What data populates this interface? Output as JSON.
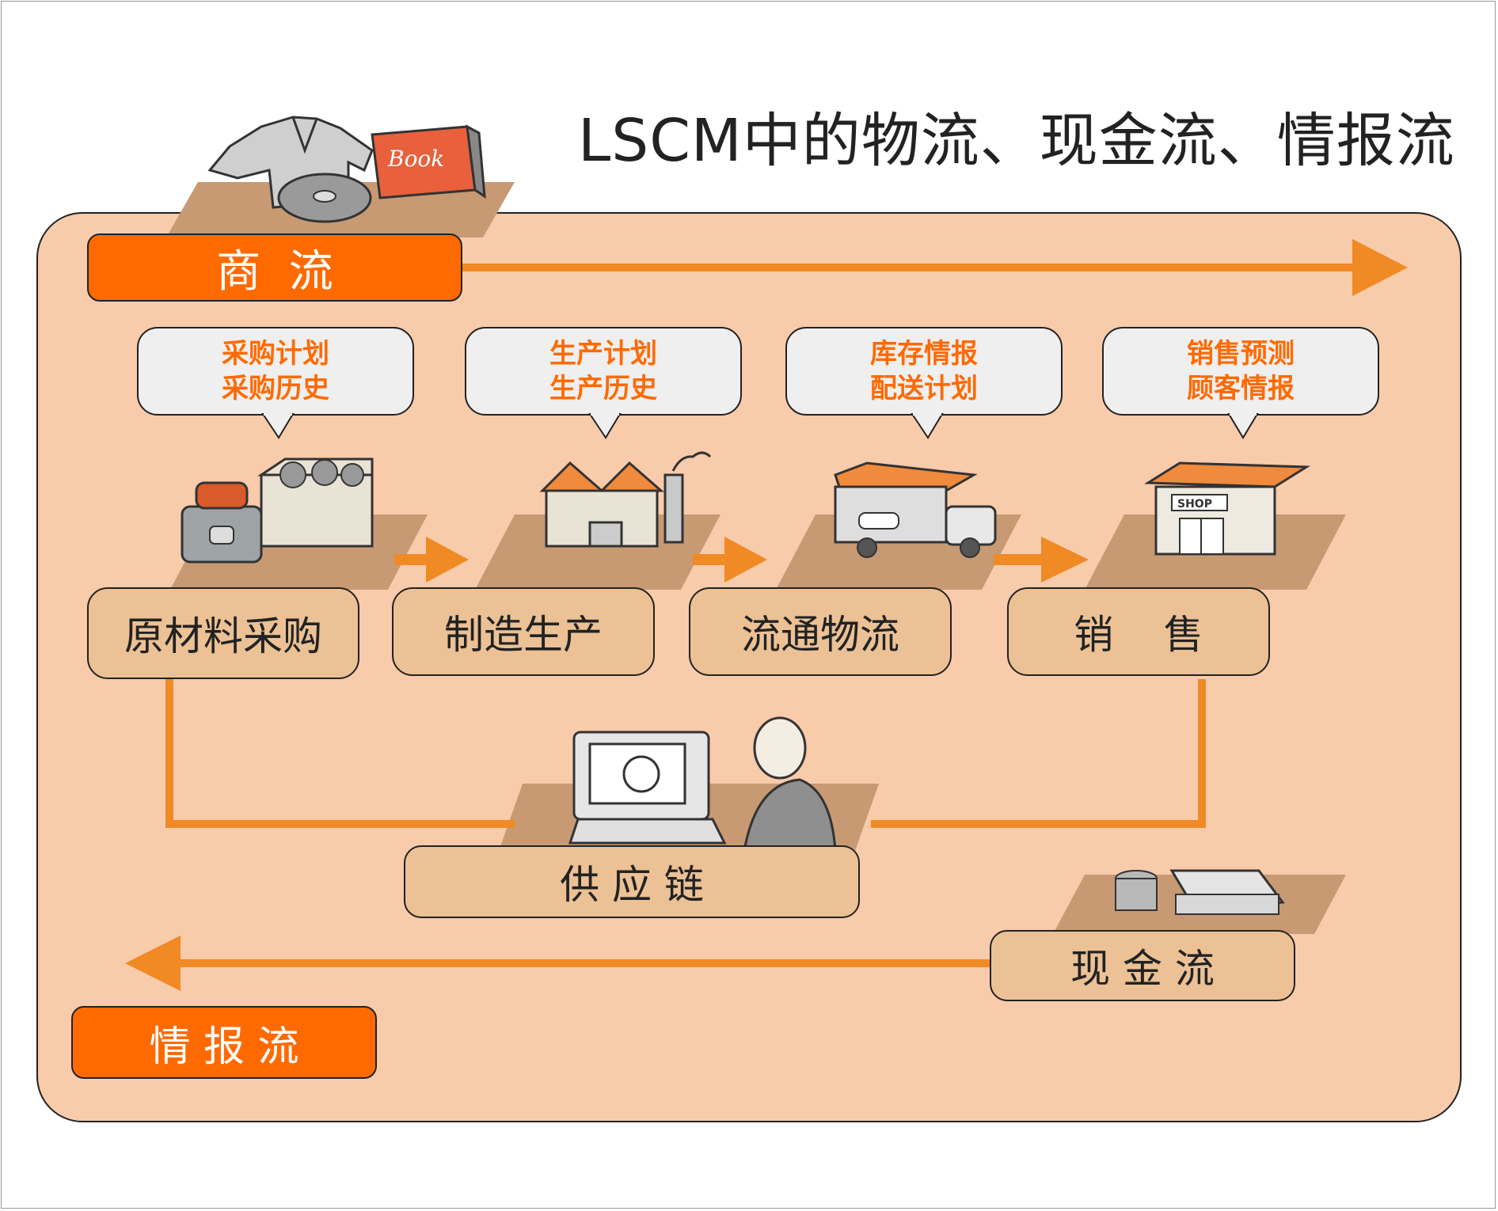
{
  "title": "LSCM中的物流、现金流、情报流",
  "commerce_flow": {
    "label": "商  流"
  },
  "info_flow": {
    "label": "情 报 流"
  },
  "cash_flow": {
    "label": "现 金 流"
  },
  "supply_chain": {
    "label": "供 应 链"
  },
  "book_label": "Book",
  "shop_label": "SHOP",
  "stages": [
    {
      "label": "原材料采购",
      "bubble": [
        "采购计划",
        "采购历史"
      ]
    },
    {
      "label": "制造生产",
      "bubble": [
        "生产计划",
        "生产历史"
      ]
    },
    {
      "label": "流通物流",
      "bubble": [
        "库存情报",
        "配送计划"
      ]
    },
    {
      "label": "销    售",
      "bubble": [
        "销售预测",
        "顾客情报"
      ]
    }
  ],
  "colors": {
    "accent": "#ff6a00",
    "arrow": "#f08a24",
    "panel": "#f8cbab",
    "stage": "#ebc195"
  }
}
